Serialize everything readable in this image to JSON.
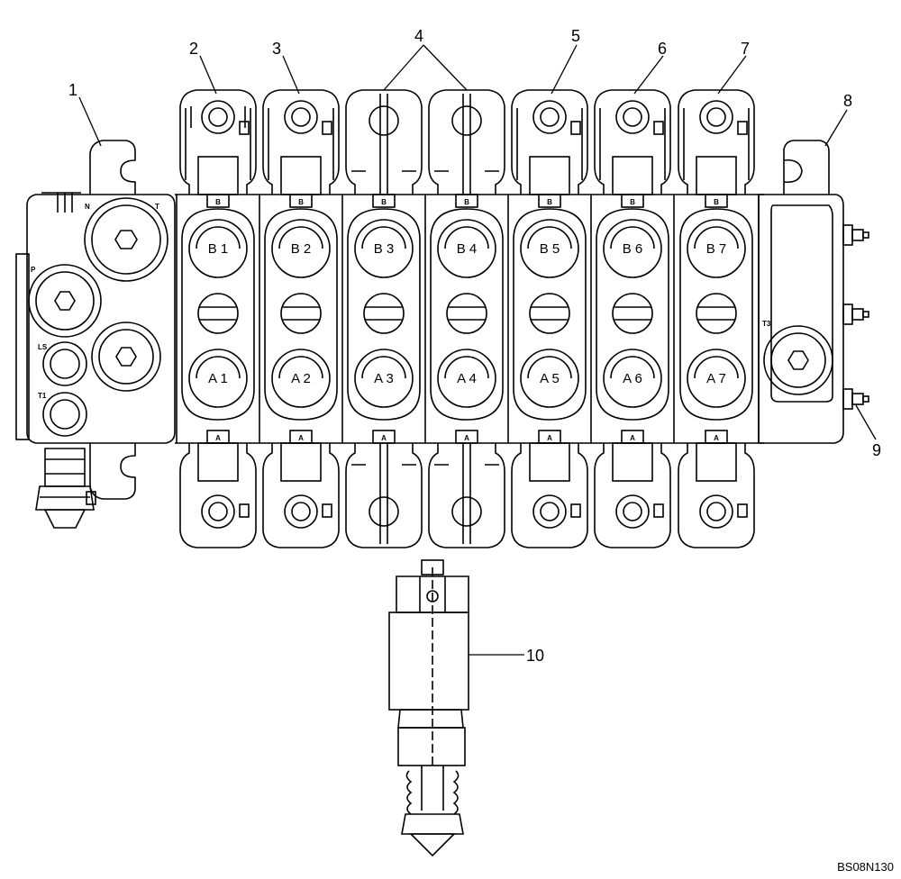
{
  "diagram": {
    "callouts": [
      {
        "id": "1",
        "label": "1"
      },
      {
        "id": "2",
        "label": "2"
      },
      {
        "id": "3",
        "label": "3"
      },
      {
        "id": "4",
        "label": "4"
      },
      {
        "id": "5",
        "label": "5"
      },
      {
        "id": "6",
        "label": "6"
      },
      {
        "id": "7",
        "label": "7"
      },
      {
        "id": "8",
        "label": "8"
      },
      {
        "id": "9",
        "label": "9"
      },
      {
        "id": "10",
        "label": "10"
      }
    ],
    "sections": [
      {
        "b_port": "B 1",
        "a_port": "A 1",
        "b_mark": "B",
        "a_mark": "A"
      },
      {
        "b_port": "B 2",
        "a_port": "A 2",
        "b_mark": "B",
        "a_mark": "A"
      },
      {
        "b_port": "B 3",
        "a_port": "A 3",
        "b_mark": "B",
        "a_mark": "A"
      },
      {
        "b_port": "B 4",
        "a_port": "A 4",
        "b_mark": "B",
        "a_mark": "A"
      },
      {
        "b_port": "B 5",
        "a_port": "A 5",
        "b_mark": "B",
        "a_mark": "A"
      },
      {
        "b_port": "B 6",
        "a_port": "A 6",
        "b_mark": "B",
        "a_mark": "A"
      },
      {
        "b_port": "B 7",
        "a_port": "A 7",
        "b_mark": "B",
        "a_mark": "A"
      }
    ],
    "inlet_labels": {
      "p": "P",
      "n": "N",
      "t": "T",
      "ls": "LS",
      "t1": "T1"
    },
    "outlet_labels": {
      "t3": "T3"
    },
    "drawing_code": "BS08N130"
  }
}
